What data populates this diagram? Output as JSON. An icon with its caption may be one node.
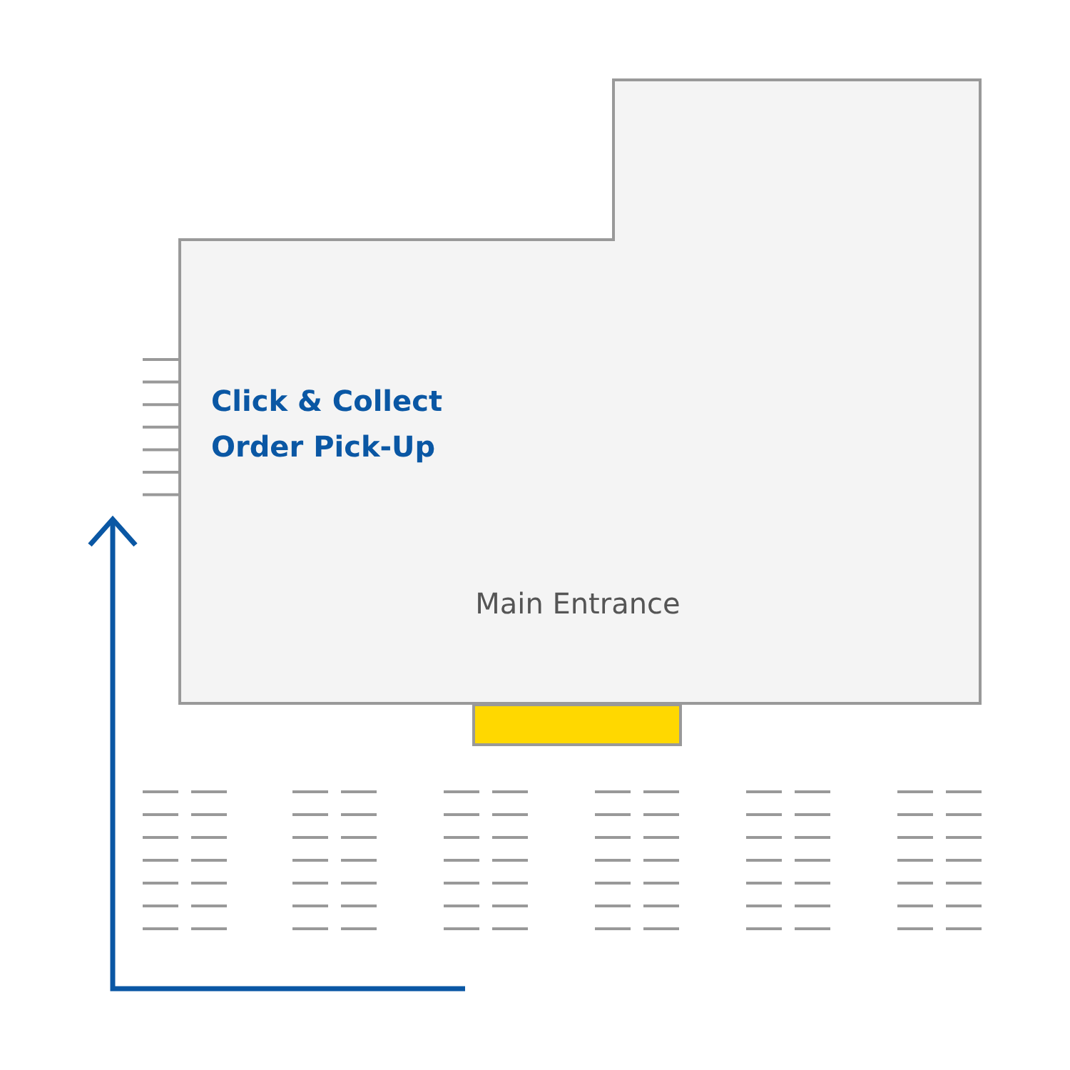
{
  "diagram": {
    "nodes": [
      {
        "text": [
          "Click & Collect Order Pick-Up",
          "Main Entrance"
        ]
      },
      {
        "text": [],
        "shape": "bar"
      }
    ]
  }
}
